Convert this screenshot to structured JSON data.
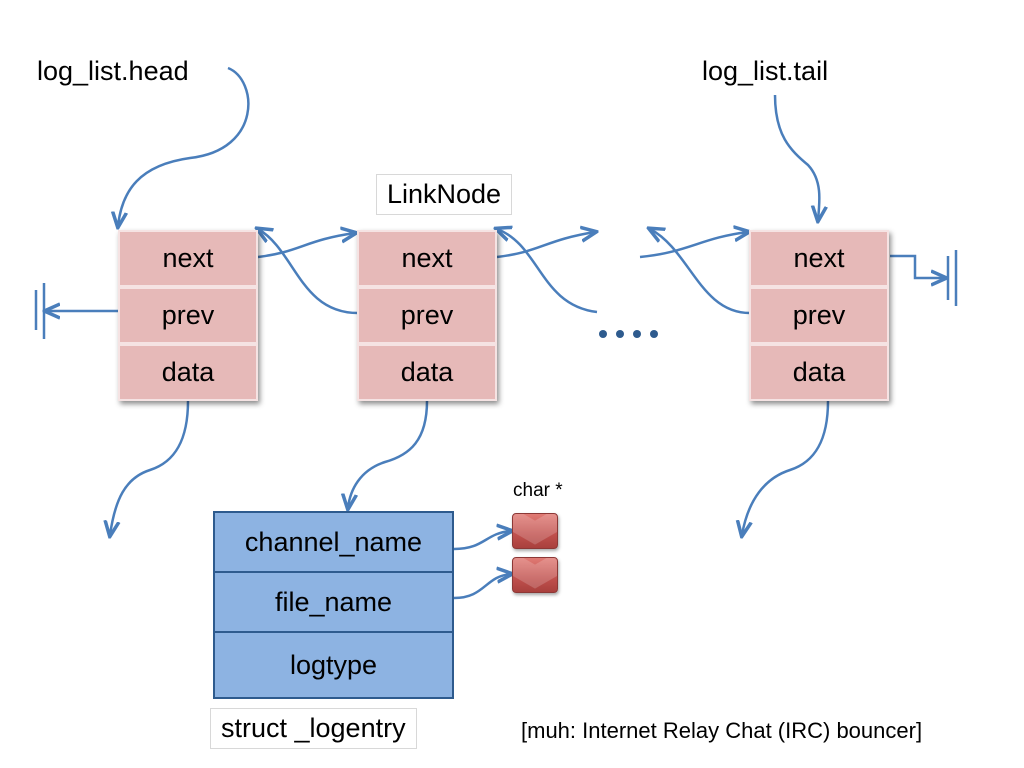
{
  "labels": {
    "head": "log_list.head",
    "tail": "log_list.tail",
    "linknode": "LinkNode",
    "char_ptr": "char *",
    "struct_name": "struct _logentry",
    "caption": "[muh: Internet Relay Chat (IRC) bouncer]"
  },
  "nodes": [
    {
      "fields": [
        "next",
        "prev",
        "data"
      ]
    },
    {
      "fields": [
        "next",
        "prev",
        "data"
      ]
    },
    {
      "fields": [
        "next",
        "prev",
        "data"
      ]
    }
  ],
  "struct": {
    "fields": [
      "channel_name",
      "file_name",
      "logtype"
    ]
  },
  "colors": {
    "node_fill": "#e6b9b8",
    "struct_fill": "#8db3e2",
    "arrow": "#4a7ebb",
    "char_block": "#c0504d"
  }
}
